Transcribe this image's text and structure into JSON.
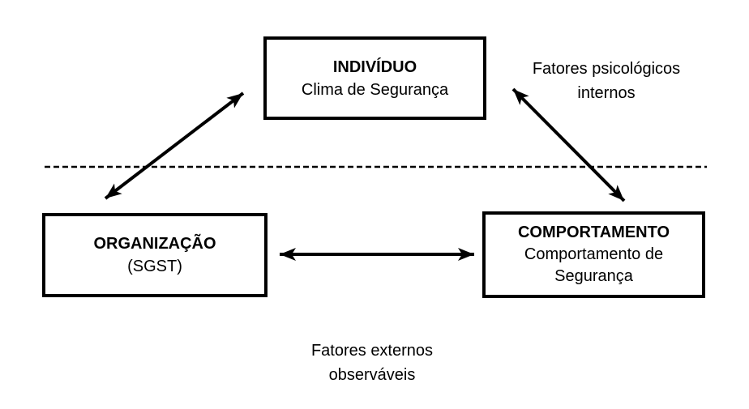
{
  "diagram": {
    "nodes": {
      "individuo": {
        "title": "INDIVÍDUO",
        "subtitle": "Clima de Segurança"
      },
      "organizacao": {
        "title": "ORGANIZAÇÃO",
        "subtitle": "(SGST)"
      },
      "comportamento": {
        "title": "COMPORTAMENTO",
        "subtitle": "Comportamento de Segurança"
      }
    },
    "labels": {
      "internal_factors": {
        "line1": "Fatores psicológicos",
        "line2": "internos"
      },
      "external_factors": {
        "line1": "Fatores externos",
        "line2": "observáveis"
      }
    },
    "connectors": {
      "organizacao_individuo": "double-headed-arrow",
      "individuo_comportamento": "double-headed-arrow",
      "organizacao_comportamento": "double-headed-arrow",
      "divider": "dashed-horizontal-line"
    },
    "colors": {
      "ink": "#000000",
      "background": "#ffffff"
    }
  }
}
